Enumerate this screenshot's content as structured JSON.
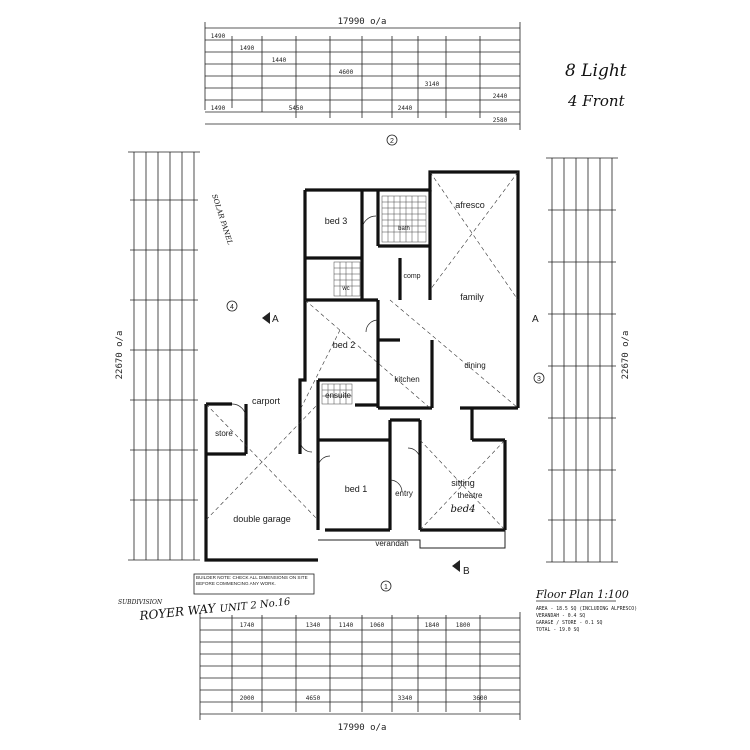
{
  "top_dim": {
    "overall": "17990 o/a",
    "row1": [
      "1490",
      "1490",
      "1440",
      "4600",
      "3140",
      "2440"
    ],
    "row2": [
      "1490",
      "5450",
      "2440",
      "2580"
    ]
  },
  "bottom_dim": {
    "overall": "17990 o/a",
    "row1": [
      "1740",
      "1340",
      "1140",
      "1060",
      "1840",
      "1800"
    ],
    "row2": [
      "2000",
      "4650",
      "3340",
      "3600"
    ]
  },
  "side_dim": {
    "left": "22670 o/a",
    "right": "22670 o/a"
  },
  "rooms": {
    "bed3": "bed 3",
    "afresco": "afresco",
    "family": "family",
    "comp": "comp",
    "bed2": "bed 2",
    "kitchen": "kitchen",
    "dining": "dining",
    "carport": "carport",
    "store": "store",
    "ensuite": "ensuite",
    "bed1": "bed 1",
    "entry": "entry",
    "sitting": "sitting",
    "theatre": "theatre",
    "bed4": "bed4",
    "double_garage": "double garage",
    "verandah": "verandah",
    "wc": "wc",
    "bath": "bath"
  },
  "markers": {
    "n2": "2",
    "n4": "4",
    "n3": "3",
    "n1": "1",
    "secA": "A",
    "secA2": "A",
    "secB": "B"
  },
  "notes": {
    "hand_light": "8 Light",
    "hand_front": "4 Front",
    "floor_plan": "Floor Plan 1:100",
    "builder_note": "BUILDER NOTE: CHECK ALL DIMENSIONS ON SITE BEFORE COMMENCING ANY WORK.",
    "address_1": "ROYER WAY",
    "address_2": "UNIT 2 No.16",
    "address_pre": "SUBDIVISION",
    "solar": "SOLAR PANEL",
    "area": "AREA - 18.5 SQ (INCLUDING ALFRESCO)",
    "verandah_area": "VERANDAH - 0.4 SQ",
    "garage_area": "GARAGE / STORE - 0.1 SQ",
    "total": "TOTAL - 19.0 SQ"
  },
  "colors": {
    "ink": "#1a1a1a",
    "paper": "#ffffff"
  }
}
